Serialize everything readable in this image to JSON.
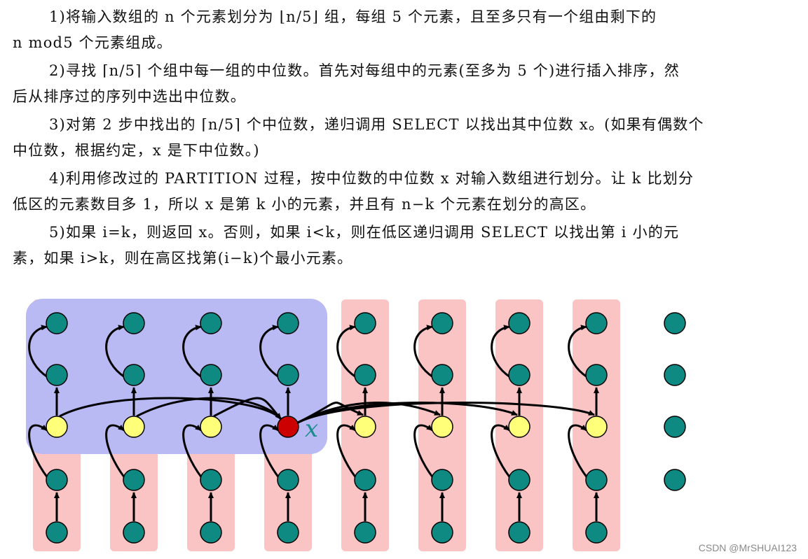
{
  "paragraphs": [
    {
      "lines": [
        "1)将输入数组的 n 个元素划分为 ⌊n/5⌋ 组，每组 5 个元素，且至多只有一个组由剩下的",
        "n mod5 个元素组成。"
      ]
    },
    {
      "lines": [
        "2)寻找 ⌈n/5⌉ 个组中每一组的中位数。首先对每组中的元素(至多为 5 个)进行插入排序，然",
        "后从排序过的序列中选出中位数。"
      ]
    },
    {
      "lines": [
        "3)对第 2 步中找出的 ⌈n/5⌉ 个中位数，递归调用 SELECT 以找出其中位数 x。(如果有偶数个",
        "中位数，根据约定，x 是下中位数。)"
      ]
    },
    {
      "lines": [
        "4)利用修改过的 PARTITION 过程，按中位数的中位数 x 对输入数组进行划分。让 k 比划分",
        "低区的元素数目多 1，所以 x 是第 k 小的元素，并且有 n−k 个元素在划分的高区。"
      ]
    },
    {
      "lines": [
        "5)如果 i=k，则返回 x。否则，如果 i<k，则在低区递归调用 SELECT 以找出第 i 小的元",
        "素，如果 i>k，则在高区找第(i−k)个最小元素。"
      ]
    }
  ],
  "diagram": {
    "median_label": "x",
    "group_count": 8,
    "median_group_index": 3,
    "remainder_count": 4,
    "colors": {
      "group_column": "#fbc4c4",
      "low_region": "#b9b9f4",
      "element": "#0f8a82",
      "median": "#ffff7a",
      "median_of_medians": "#cc0000",
      "arrow": "#000000",
      "label": "#1a8c8c"
    }
  },
  "watermark": "CSDN @MrSHUAI123"
}
